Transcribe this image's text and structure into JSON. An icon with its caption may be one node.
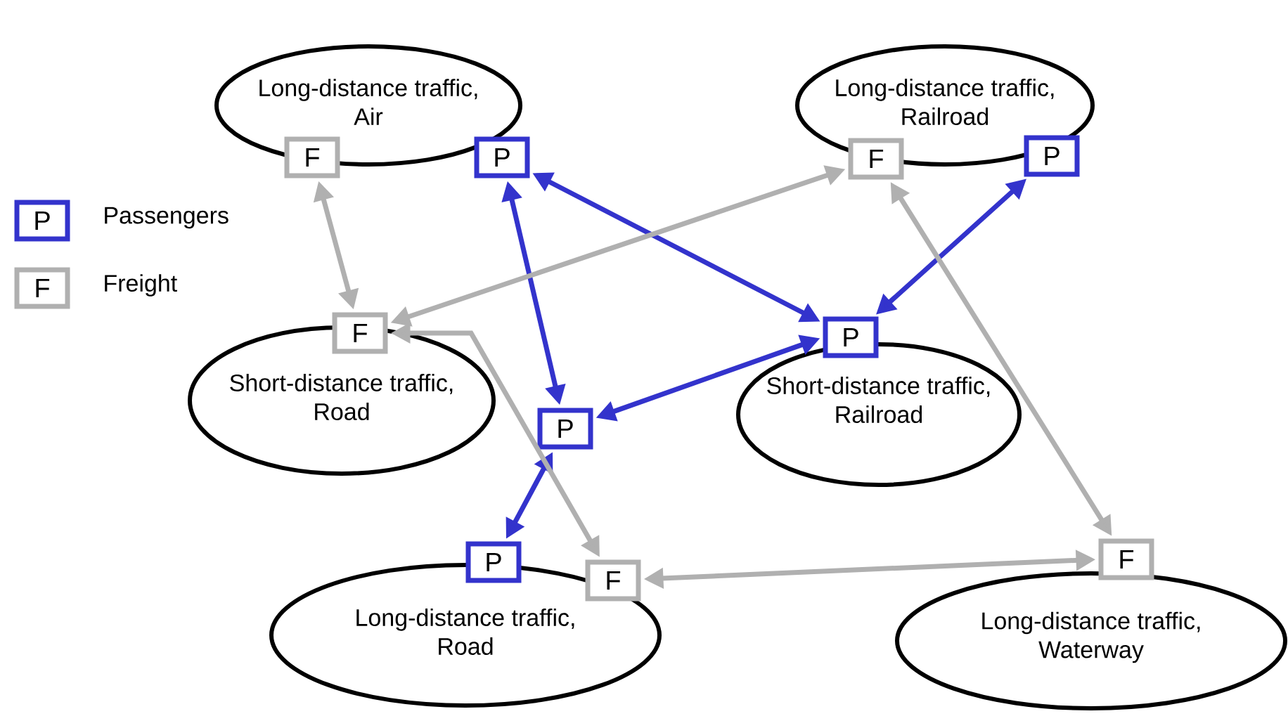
{
  "diagram": {
    "nodes": [
      {
        "text": [
          "Long-distance traffic, Air"
        ]
      },
      {
        "text": [
          "Long-distance traffic, Railroad"
        ]
      },
      {
        "text": [
          "Short-distance traffic, Road"
        ]
      },
      {
        "text": [
          "Short-distance traffic, Railroad"
        ]
      },
      {
        "text": [
          "Long-distance traffic, Road"
        ]
      },
      {
        "text": [
          "Long-distance traffic, Waterway"
        ]
      },
      {
        "text": [
          "F"
        ]
      },
      {
        "text": [
          "P"
        ]
      },
      {
        "text": [
          "F"
        ]
      },
      {
        "text": [
          "P"
        ]
      },
      {
        "text": [
          "F"
        ]
      },
      {
        "text": [
          "P"
        ]
      },
      {
        "text": [
          "P"
        ]
      },
      {
        "text": [
          "P"
        ]
      },
      {
        "text": [
          "F"
        ]
      },
      {
        "text": [
          "F"
        ]
      }
    ],
    "edges": [
      {
        "from": 6,
        "to": 10,
        "arrow": "both",
        "color": "#b0b0b0"
      },
      {
        "from": 7,
        "to": 12,
        "arrow": "both",
        "color": "#3333cc"
      },
      {
        "from": 7,
        "to": 11,
        "arrow": "both",
        "color": "#3333cc"
      },
      {
        "from": 8,
        "to": 10,
        "arrow": "both",
        "color": "#b0b0b0"
      },
      {
        "from": 9,
        "to": 11,
        "arrow": "both",
        "color": "#3333cc"
      },
      {
        "from": 12,
        "to": 11,
        "arrow": "both",
        "color": "#3333cc"
      },
      {
        "from": 12,
        "to": 13,
        "arrow": "both",
        "color": "#3333cc"
      },
      {
        "from": 10,
        "to": 14,
        "arrow": "both",
        "color": "#b0b0b0"
      },
      {
        "from": 8,
        "to": 15,
        "arrow": "both",
        "color": "#b0b0b0"
      },
      {
        "from": 14,
        "to": 15,
        "arrow": "both",
        "color": "#b0b0b0"
      }
    ],
    "labels": [
      "P",
      "F"
    ],
    "legend": [
      {
        "text": "Passengers",
        "color": "#3333cc"
      },
      {
        "text": "Freight",
        "color": "#b0b0b0"
      }
    ]
  }
}
